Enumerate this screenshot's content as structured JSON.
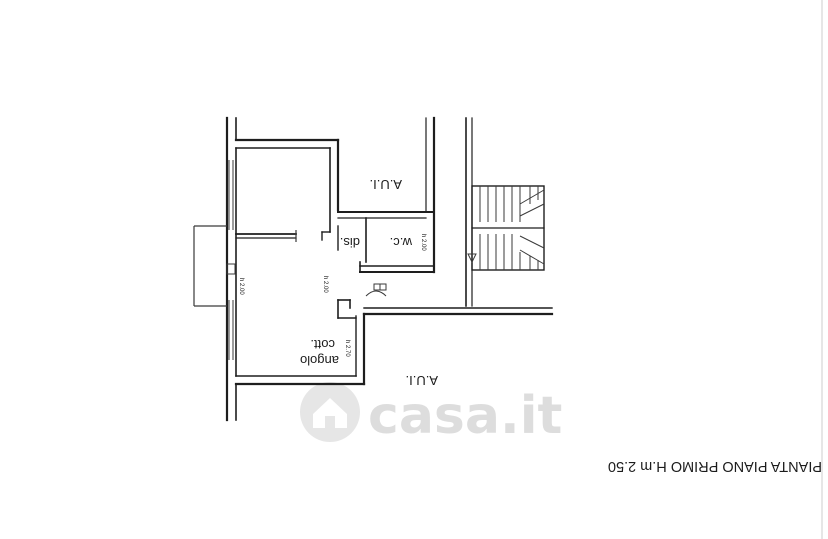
{
  "plan_title": "PIANTA PIANO PRIMO H.m 2.50",
  "watermark": {
    "text": "casa.it",
    "icon": "house-icon"
  },
  "labels": {
    "aul_top": "A.U.I.",
    "aul_bottom": "A.U.I.",
    "wc": "w.c.",
    "dis": "dis.",
    "angolo": "angolo",
    "cott": "cott.",
    "h_wc": "h 2.00",
    "h_left": "h 2.00",
    "h_center": "h 2.00",
    "h_kitchen": "h 2.70"
  },
  "colors": {
    "line": "#1e1e1e",
    "watermark": "#d8d8d8",
    "background": "#ffffff"
  }
}
